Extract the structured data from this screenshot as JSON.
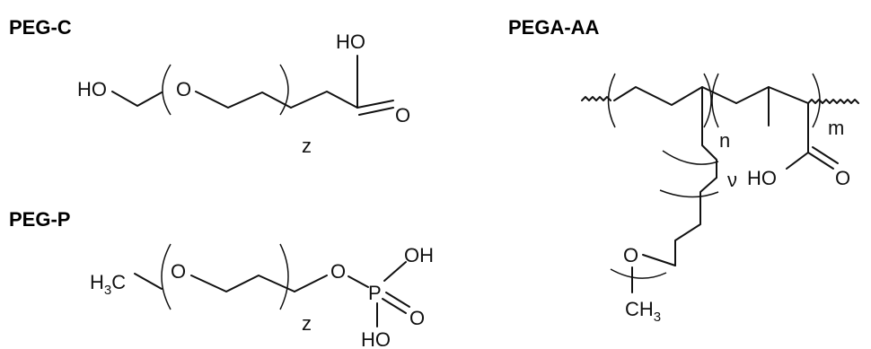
{
  "molecules": {
    "peg_c": {
      "name": "PEG-C",
      "atoms": {
        "ho_left": "HO",
        "o_ether": "O",
        "ho_acid": "HO",
        "o_carbonyl": "O",
        "subscript": "z"
      }
    },
    "peg_p": {
      "name": "PEG-P",
      "atoms": {
        "h3c_h": "H",
        "h3c_sub": "3",
        "h3c_c": "C",
        "o_ether": "O",
        "o_ester": "O",
        "p": "P",
        "oh": "OH",
        "o_double": "O",
        "ho": "HO",
        "subscript": "z"
      }
    },
    "pega_aa": {
      "name": "PEGA-AA",
      "atoms": {
        "n_sub": "n",
        "m_sub": "m",
        "nu_sub": "ν",
        "ho": "HO",
        "o_carbonyl": "O",
        "o_ether": "O",
        "ch3_c": "CH",
        "ch3_sub": "3"
      }
    }
  }
}
